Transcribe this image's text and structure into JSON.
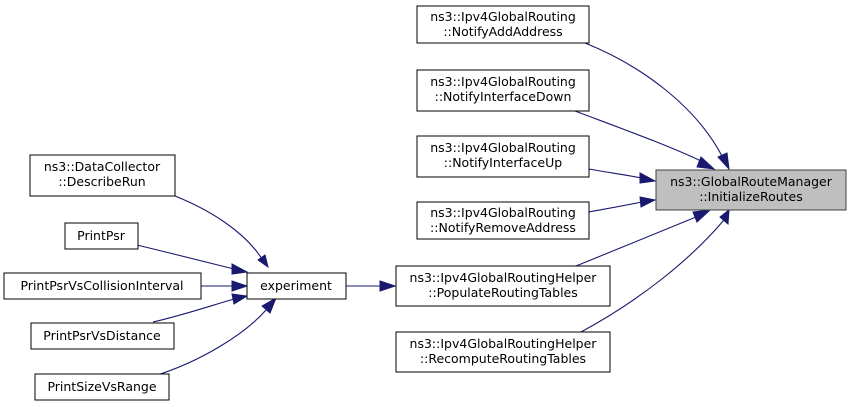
{
  "nodes": {
    "notify_add": {
      "line1": "ns3::Ipv4GlobalRouting",
      "line2": "::NotifyAddAddress"
    },
    "notify_down": {
      "line1": "ns3::Ipv4GlobalRouting",
      "line2": "::NotifyInterfaceDown"
    },
    "notify_up": {
      "line1": "ns3::Ipv4GlobalRouting",
      "line2": "::NotifyInterfaceUp"
    },
    "notify_remove": {
      "line1": "ns3::Ipv4GlobalRouting",
      "line2": "::NotifyRemoveAddress"
    },
    "populate": {
      "line1": "ns3::Ipv4GlobalRoutingHelper",
      "line2": "::PopulateRoutingTables"
    },
    "recompute": {
      "line1": "ns3::Ipv4GlobalRoutingHelper",
      "line2": "::RecomputeRoutingTables"
    },
    "initialize": {
      "line1": "ns3::GlobalRouteManager",
      "line2": "::InitializeRoutes"
    },
    "describe_run": {
      "line1": "ns3::DataCollector",
      "line2": "::DescribeRun"
    },
    "print_psr": {
      "label": "PrintPsr"
    },
    "print_collision": {
      "label": "PrintPsrVsCollisionInterval"
    },
    "print_distance": {
      "label": "PrintPsrVsDistance"
    },
    "print_size": {
      "label": "PrintSizeVsRange"
    },
    "experiment": {
      "label": "experiment"
    }
  },
  "colors": {
    "edge": "#191970",
    "root_fill": "#bfbfbf",
    "node_fill": "#ffffff"
  }
}
